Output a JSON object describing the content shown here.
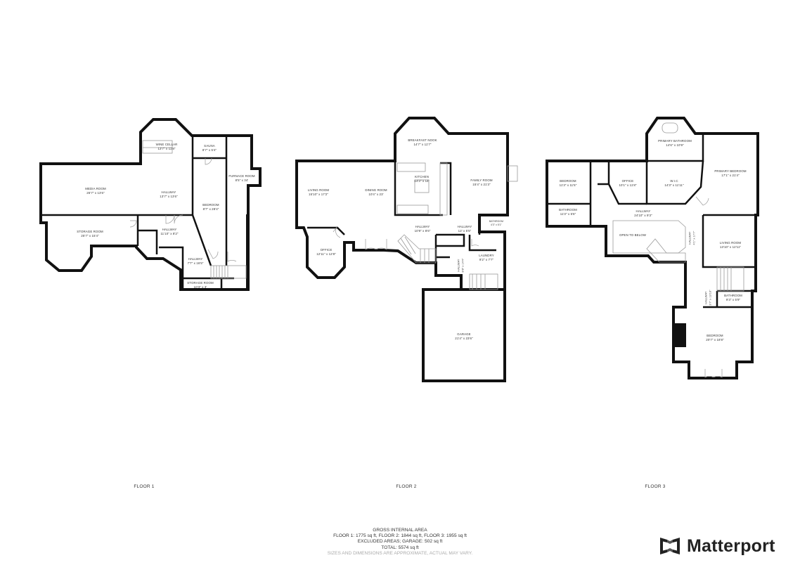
{
  "floors": [
    {
      "label": "FLOOR 1",
      "rooms": [
        {
          "name": "WINE CELLAR",
          "dims": "13'7\" x 11'8\""
        },
        {
          "name": "SAUNA",
          "dims": "8'7\" x 5'4\""
        },
        {
          "name": "FURNACE ROOM",
          "dims": "8'5\" x 34'"
        },
        {
          "name": "MEDIA ROOM",
          "dims": "26'7\" x 13'6\""
        },
        {
          "name": "HALLWAY",
          "dims": "13'7\" x 13'6\""
        },
        {
          "name": "BEDROOM",
          "dims": "8'7\" x 28'4\""
        },
        {
          "name": "STORAGE ROOM",
          "dims": "25'7\" x 15'4\""
        },
        {
          "name": "HALLWAY",
          "dims": "11'10\" x 8'2\""
        },
        {
          "name": "HALLWAY",
          "dims": "7'7\" x 16'5\""
        },
        {
          "name": "STORAGE ROOM",
          "dims": "10'3\" x 3'"
        }
      ]
    },
    {
      "label": "FLOOR 2",
      "rooms": [
        {
          "name": "BREAKFAST NOOK",
          "dims": "14'7\" x 11'7\""
        },
        {
          "name": "KITCHEN",
          "dims": "14'3\" x 14'"
        },
        {
          "name": "FAMILY ROOM",
          "dims": "15'4\" x 21'3\""
        },
        {
          "name": "LIVING ROOM",
          "dims": "15'10\" x 17'2\""
        },
        {
          "name": "DINING ROOM",
          "dims": "10'4\" x 23'"
        },
        {
          "name": "HALLWAY",
          "dims": "10'9\" x 8'6\""
        },
        {
          "name": "HALLWAY",
          "dims": "12' x 5'5\""
        },
        {
          "name": "BATHROOM",
          "dims": "4'3\" x 5'1\""
        },
        {
          "name": "OFFICE",
          "dims": "12'11\" x 12'8\""
        },
        {
          "name": "LAUNDRY",
          "dims": "9'2\" x 7'7\""
        },
        {
          "name": "HALLWAY",
          "dims": "8'8\" x 14'4\""
        },
        {
          "name": "GARAGE",
          "dims": "21'4\" x 23'6\""
        }
      ]
    },
    {
      "label": "FLOOR 3",
      "rooms": [
        {
          "name": "PRIMARY BATHROOM",
          "dims": "14'6\" x 10'9\""
        },
        {
          "name": "BEDROOM",
          "dims": "11'3\" x 11'5\""
        },
        {
          "name": "OFFICE",
          "dims": "10'1\" x 11'8\""
        },
        {
          "name": "W.I.C",
          "dims": "14'3\" x 11'11\""
        },
        {
          "name": "PRIMARY BEDROOM",
          "dims": "17'1\" x 21'4\""
        },
        {
          "name": "BATHROOM",
          "dims": "11'3\" x 5'6\""
        },
        {
          "name": "HALLWAY",
          "dims": "24'10\" x 9'3\""
        },
        {
          "name": "OPEN TO BELOW",
          "dims": ""
        },
        {
          "name": "HALLWAY",
          "dims": "4'1\" x 17'7\""
        },
        {
          "name": "LIVING ROOM",
          "dims": "13'10\" x 12'11\""
        },
        {
          "name": "HALLWAY",
          "dims": "3'7\" x 13'10\""
        },
        {
          "name": "BATHROOM",
          "dims": "9'3\" x 5'9\""
        },
        {
          "name": "BEDROOM",
          "dims": "20'7\" x 18'8\""
        }
      ]
    }
  ],
  "summary": {
    "title": "GROSS INTERNAL AREA",
    "floors_line": "FLOOR 1: 1775 sq ft, FLOOR 2: 1844 sq ft, FLOOR 3: 1955 sq ft",
    "excluded_line": "EXCLUDED AREAS; GARAGE: 502 sq ft",
    "total_line": "TOTAL: 5574 sq ft",
    "disclaimer": "SIZES AND DIMENSIONS ARE APPROXIMATE, ACTUAL MAY VARY."
  },
  "brand": {
    "name": "Matterport",
    "icon": "matterport-logo-icon"
  }
}
